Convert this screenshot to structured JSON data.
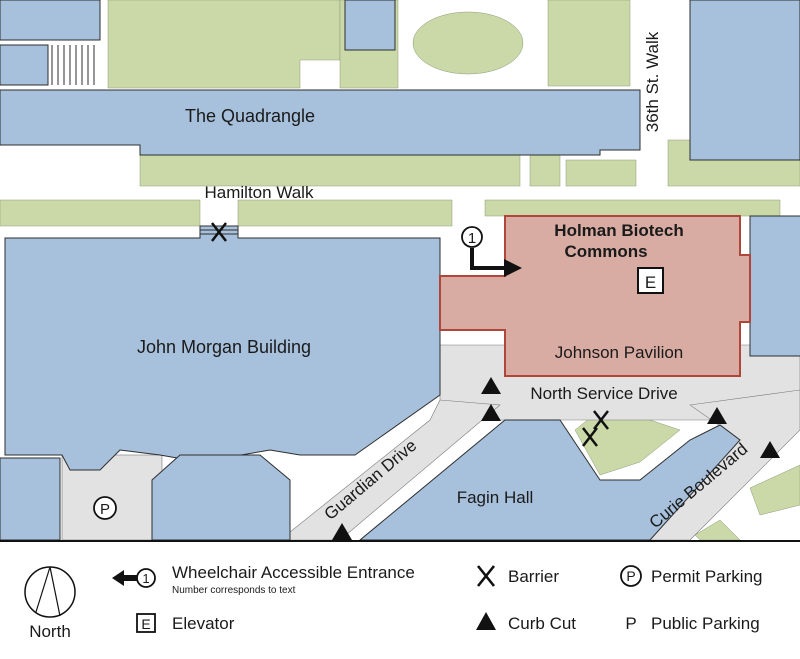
{
  "map": {
    "labels": {
      "quadrangle": "The Quadrangle",
      "hamilton_walk": "Hamilton Walk",
      "walk_36th": "36th St. Walk",
      "holman_line1": "Holman Biotech",
      "holman_line2": "Commons",
      "johnson_pavilion": "Johnson Pavilion",
      "john_morgan": "John Morgan Building",
      "north_service_drive": "North Service Drive",
      "guardian_drive": "Guardian Drive",
      "fagin_hall": "Fagin Hall",
      "curie_boulevard": "Curie Boulevard"
    },
    "entrance_number": "1",
    "elevator_symbol": "E",
    "permit_symbol": "P",
    "colors": {
      "building": "#a7c1dd",
      "highlight": "#d9aca3",
      "highlight_border": "#b0463a",
      "green": "#cbd9a8",
      "road": "#e2e2e2",
      "outline": "#2e2e2e"
    }
  },
  "legend": {
    "north": "North",
    "wheelchair_number": "1",
    "wheelchair": "Wheelchair Accessible Entrance",
    "wheelchair_note": "Number corresponds to text",
    "elevator_symbol": "E",
    "elevator": "Elevator",
    "barrier": "Barrier",
    "curb_cut": "Curb Cut",
    "permit_symbol": "P",
    "permit": "Permit Parking",
    "public_symbol": "P",
    "public": "Public Parking"
  }
}
